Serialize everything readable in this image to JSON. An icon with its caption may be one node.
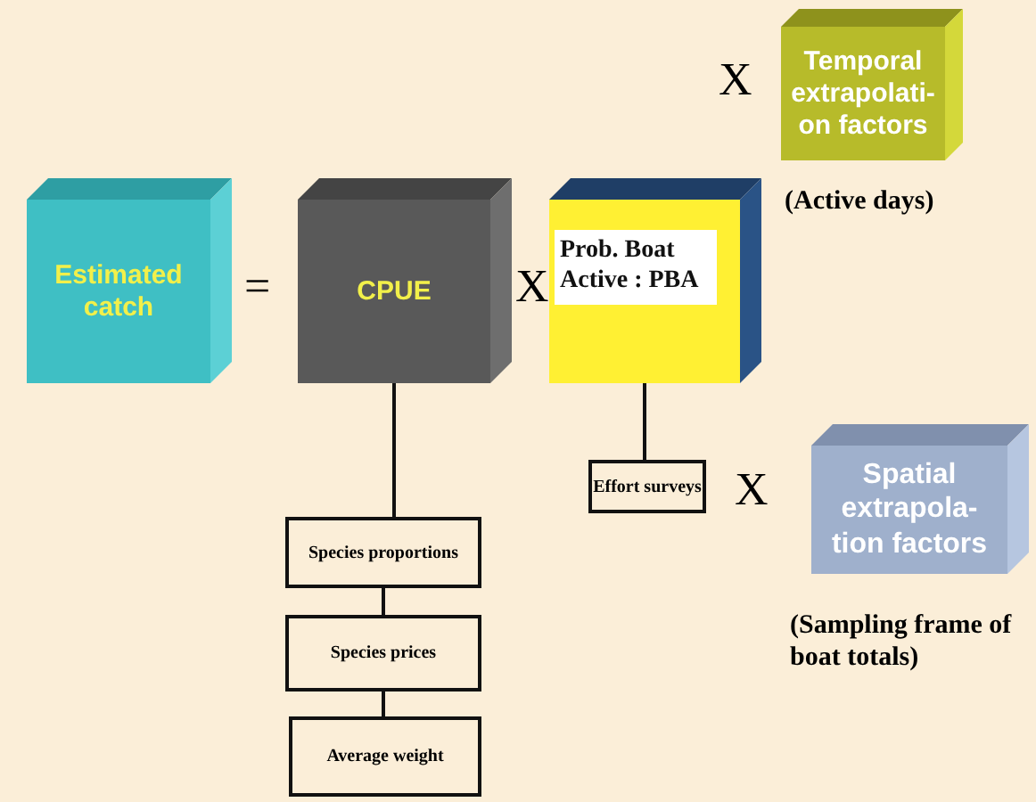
{
  "diagram": {
    "nodes": [
      {
        "text": [
          "Estimated catch"
        ]
      },
      {
        "text": [
          "CPUE"
        ]
      },
      {
        "text": [
          "Prob. Boat Active : PBA"
        ]
      },
      {
        "text": [
          "Temporal extrapolati- on factors"
        ],
        "beside": [
          "(Active days)"
        ]
      },
      {
        "text": [
          "Effort surveys"
        ]
      },
      {
        "text": [
          "Spatial extrapola- tion factors"
        ],
        "beside": [
          "(Sampling frame of boat totals)"
        ]
      },
      {
        "text": [
          "Species proportions"
        ]
      },
      {
        "text": [
          "Species prices"
        ]
      },
      {
        "text": [
          "Average weight"
        ]
      }
    ],
    "edges": [
      {
        "from": 1,
        "to": 6,
        "arrow": "none"
      },
      {
        "from": 6,
        "to": 7,
        "arrow": "none"
      },
      {
        "from": 7,
        "to": 8,
        "arrow": "none"
      },
      {
        "from": 2,
        "to": 4,
        "arrow": "none"
      }
    ],
    "labels": [
      "X",
      "=",
      "X",
      "X"
    ]
  }
}
